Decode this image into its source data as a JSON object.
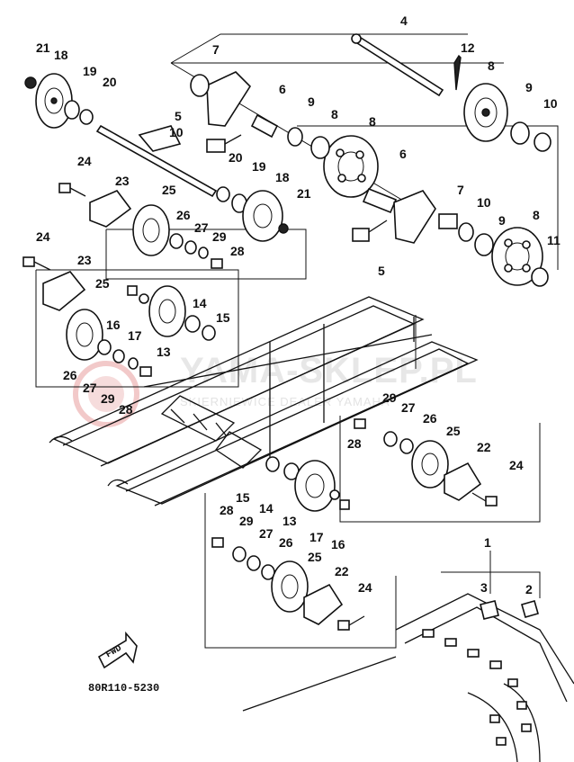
{
  "diagram": {
    "drawing_code": "80R110-5230",
    "fwd_label": "FWD",
    "watermark": {
      "title": "YAMA-SKLEP.PL",
      "subtitle": "SKIERNIEWICE DEALER YAMAHA"
    },
    "labels": [
      {
        "id": "l1",
        "text": "1"
      },
      {
        "id": "l2",
        "text": "2"
      },
      {
        "id": "l3",
        "text": "3"
      },
      {
        "id": "l4",
        "text": "4"
      },
      {
        "id": "l5a",
        "text": "5"
      },
      {
        "id": "l5b",
        "text": "5"
      },
      {
        "id": "l6a",
        "text": "6"
      },
      {
        "id": "l6b",
        "text": "6"
      },
      {
        "id": "l7a",
        "text": "7"
      },
      {
        "id": "l7b",
        "text": "7"
      },
      {
        "id": "l8a",
        "text": "8"
      },
      {
        "id": "l8b",
        "text": "8"
      },
      {
        "id": "l8c",
        "text": "8"
      },
      {
        "id": "l9a",
        "text": "9"
      },
      {
        "id": "l9b",
        "text": "9"
      },
      {
        "id": "l9c",
        "text": "9"
      },
      {
        "id": "l10a",
        "text": "10"
      },
      {
        "id": "l10b",
        "text": "10"
      },
      {
        "id": "l10c",
        "text": "10"
      },
      {
        "id": "l11",
        "text": "11"
      },
      {
        "id": "l12",
        "text": "12"
      },
      {
        "id": "l13a",
        "text": "13"
      },
      {
        "id": "l13b",
        "text": "13"
      },
      {
        "id": "l14a",
        "text": "14"
      },
      {
        "id": "l14b",
        "text": "14"
      },
      {
        "id": "l15a",
        "text": "15"
      },
      {
        "id": "l15b",
        "text": "15"
      },
      {
        "id": "l16a",
        "text": "16"
      },
      {
        "id": "l16b",
        "text": "16"
      },
      {
        "id": "l17a",
        "text": "17"
      },
      {
        "id": "l17b",
        "text": "17"
      },
      {
        "id": "l18a",
        "text": "18"
      },
      {
        "id": "l18b",
        "text": "18"
      },
      {
        "id": "l19a",
        "text": "19"
      },
      {
        "id": "l19b",
        "text": "19"
      },
      {
        "id": "l20a",
        "text": "20"
      },
      {
        "id": "l20b",
        "text": "20"
      },
      {
        "id": "l21a",
        "text": "21"
      },
      {
        "id": "l21b",
        "text": "21"
      },
      {
        "id": "l22a",
        "text": "22"
      },
      {
        "id": "l22b",
        "text": "22"
      },
      {
        "id": "l23a",
        "text": "23"
      },
      {
        "id": "l23b",
        "text": "23"
      },
      {
        "id": "l24a",
        "text": "24"
      },
      {
        "id": "l24b",
        "text": "24"
      },
      {
        "id": "l24c",
        "text": "24"
      },
      {
        "id": "l24d",
        "text": "24"
      },
      {
        "id": "l25a",
        "text": "25"
      },
      {
        "id": "l25b",
        "text": "25"
      },
      {
        "id": "l25c",
        "text": "25"
      },
      {
        "id": "l25d",
        "text": "25"
      },
      {
        "id": "l26a",
        "text": "26"
      },
      {
        "id": "l26b",
        "text": "26"
      },
      {
        "id": "l26c",
        "text": "26"
      },
      {
        "id": "l26d",
        "text": "26"
      },
      {
        "id": "l27a",
        "text": "27"
      },
      {
        "id": "l27b",
        "text": "27"
      },
      {
        "id": "l27c",
        "text": "27"
      },
      {
        "id": "l27d",
        "text": "27"
      },
      {
        "id": "l28a",
        "text": "28"
      },
      {
        "id": "l28b",
        "text": "28"
      },
      {
        "id": "l28c",
        "text": "28"
      },
      {
        "id": "l28d",
        "text": "28"
      },
      {
        "id": "l29a",
        "text": "29"
      },
      {
        "id": "l29b",
        "text": "29"
      },
      {
        "id": "l29c",
        "text": "29"
      },
      {
        "id": "l29d",
        "text": "29"
      }
    ]
  }
}
